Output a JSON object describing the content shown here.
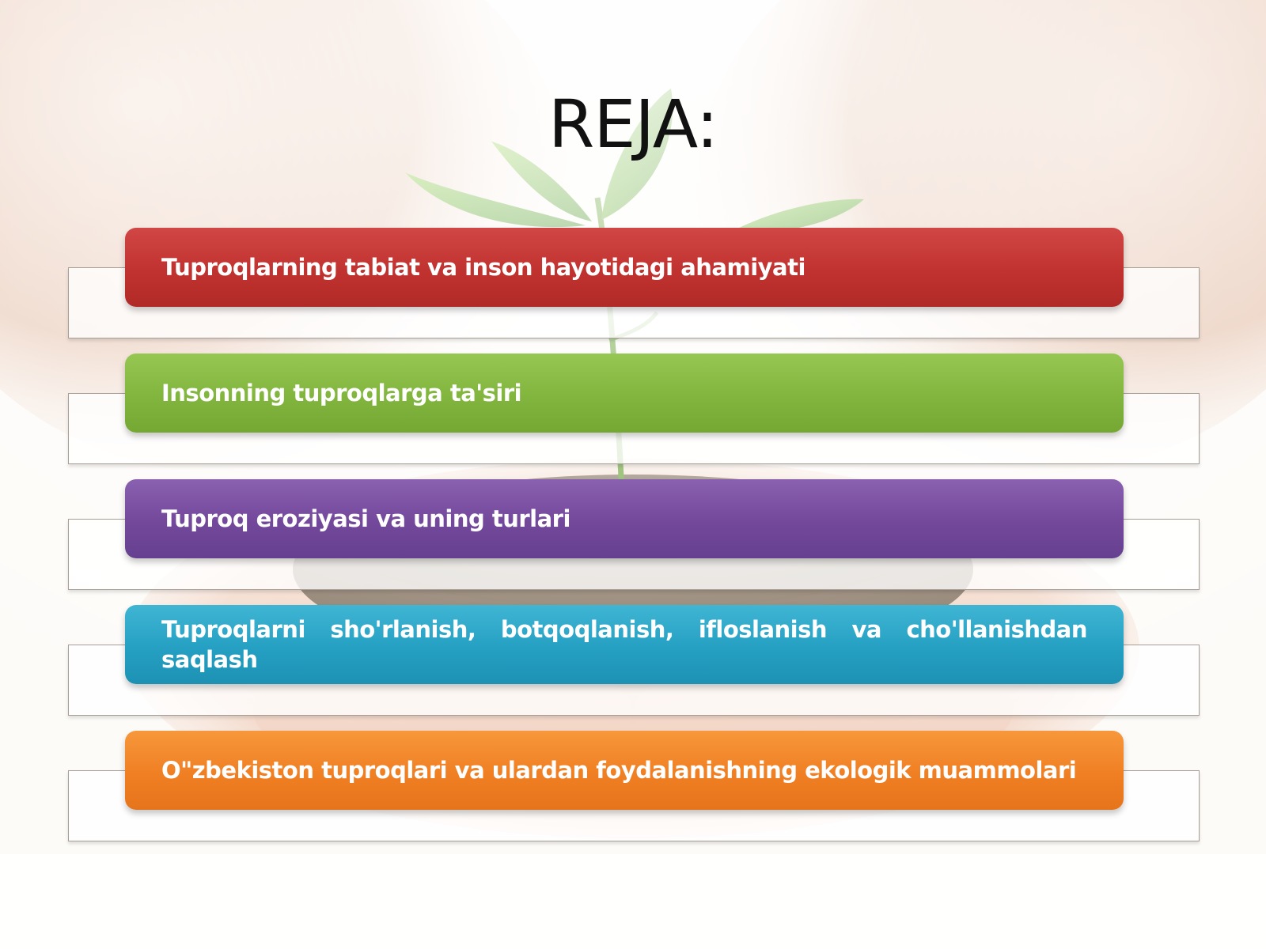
{
  "slide": {
    "title": "REJA:",
    "items": [
      {
        "label": "Tuproqlarning tabiat va inson hayotidagi ahamiyati",
        "color": "#c0322f"
      },
      {
        "label": "Insonning tuproqlarga ta'siri",
        "color": "#82b53e"
      },
      {
        "label": "Tuproq eroziyasi va uning turlari",
        "color": "#73489b"
      },
      {
        "label": "Tuproqlarni sho'rlanish, botqoqlanish, ifloslanish va cho'llanishdan saqlash",
        "color": "#25a0c2"
      },
      {
        "label": "O\"zbekiston tuproqlari va ulardan foydalanishning ekologik muammolari",
        "color": "#f07f23"
      }
    ]
  }
}
